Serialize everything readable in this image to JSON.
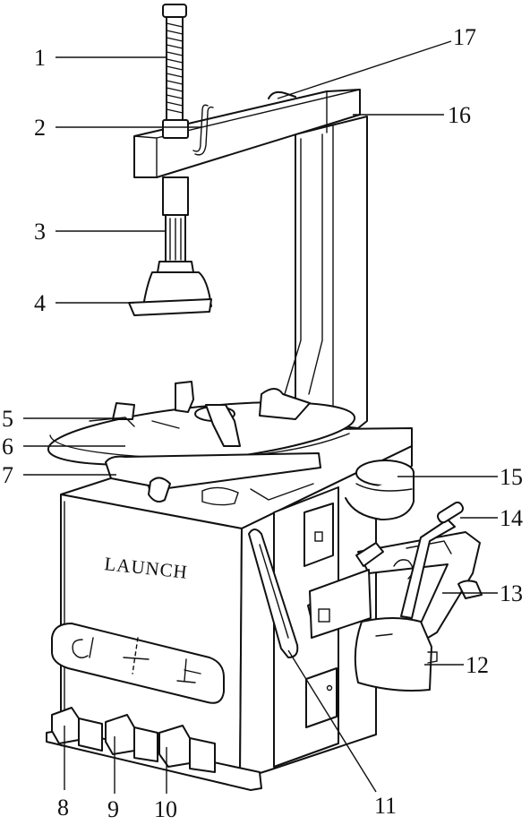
{
  "brand": "LAUNCH",
  "callouts": [
    {
      "id": "1",
      "label": "1"
    },
    {
      "id": "2",
      "label": "2"
    },
    {
      "id": "3",
      "label": "3"
    },
    {
      "id": "4",
      "label": "4"
    },
    {
      "id": "5",
      "label": "5"
    },
    {
      "id": "6",
      "label": "6"
    },
    {
      "id": "7",
      "label": "7"
    },
    {
      "id": "8",
      "label": "8"
    },
    {
      "id": "9",
      "label": "9"
    },
    {
      "id": "10",
      "label": "10"
    },
    {
      "id": "11",
      "label": "11"
    },
    {
      "id": "12",
      "label": "12"
    },
    {
      "id": "13",
      "label": "13"
    },
    {
      "id": "14",
      "label": "14"
    },
    {
      "id": "15",
      "label": "15"
    },
    {
      "id": "16",
      "label": "16"
    },
    {
      "id": "17",
      "label": "17"
    }
  ],
  "colors": {
    "ink": "#111111",
    "paper": "#ffffff"
  }
}
